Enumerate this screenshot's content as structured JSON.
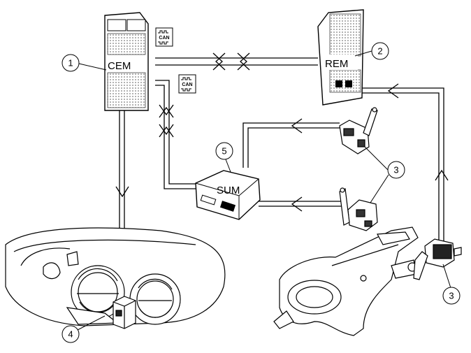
{
  "components": {
    "cem": {
      "label": "CEM",
      "number": "1"
    },
    "rem": {
      "label": "REM",
      "number": "2"
    },
    "sensor_upper": {
      "number": "3"
    },
    "sensor_rear": {
      "number": "3"
    },
    "headlamp_motor": {
      "number": "4"
    },
    "sum": {
      "label": "SUM",
      "number": "5"
    }
  },
  "bus_badges": {
    "text": "CAN"
  }
}
